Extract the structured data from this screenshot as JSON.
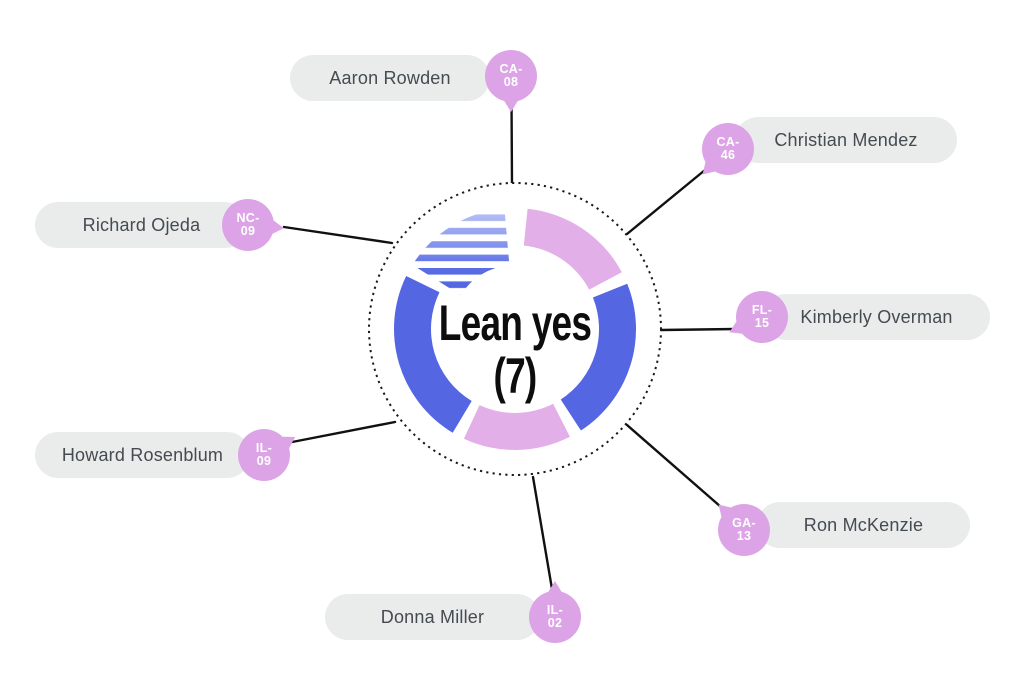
{
  "center": {
    "line1": "Lean yes",
    "line2": "(7)",
    "group_label": "Lean yes",
    "count": "7"
  },
  "nodes": [
    {
      "name": "Aaron Rowden",
      "district": "CA-08",
      "district_line1": "CA-",
      "district_line2": "08"
    },
    {
      "name": "Christian Mendez",
      "district": "CA-46",
      "district_line1": "CA-",
      "district_line2": "46"
    },
    {
      "name": "Kimberly Overman",
      "district": "FL-15",
      "district_line1": "FL-",
      "district_line2": "15"
    },
    {
      "name": "Ron McKenzie",
      "district": "GA-13",
      "district_line1": "GA-",
      "district_line2": "13"
    },
    {
      "name": "Donna Miller",
      "district": "IL-02",
      "district_line1": "IL-",
      "district_line2": "02"
    },
    {
      "name": "Howard Rosenblum",
      "district": "IL-09",
      "district_line1": "IL-",
      "district_line2": "09"
    },
    {
      "name": "Richard Ojeda",
      "district": "NC-09",
      "district_line1": "NC-",
      "district_line2": "09"
    }
  ],
  "colors": {
    "segment_blue": "#5566e3",
    "segment_pink": "#e3afe9",
    "badge_pink": "#dca4e6",
    "pill_gray": "#e9eceb",
    "pill_text": "#444b51",
    "connector": "#111111"
  },
  "donut": {
    "type": "donut",
    "label": "Lean yes (7)",
    "member_count": 7,
    "segments": [
      {
        "style": "pink",
        "start_deg": 6,
        "end_deg": 62
      },
      {
        "style": "blue",
        "start_deg": 68,
        "end_deg": 147
      },
      {
        "style": "pink",
        "start_deg": 153,
        "end_deg": 205
      },
      {
        "style": "blue",
        "start_deg": 211,
        "end_deg": 296
      },
      {
        "style": "blue-hatched",
        "start_deg": 302,
        "end_deg": 355
      }
    ]
  }
}
